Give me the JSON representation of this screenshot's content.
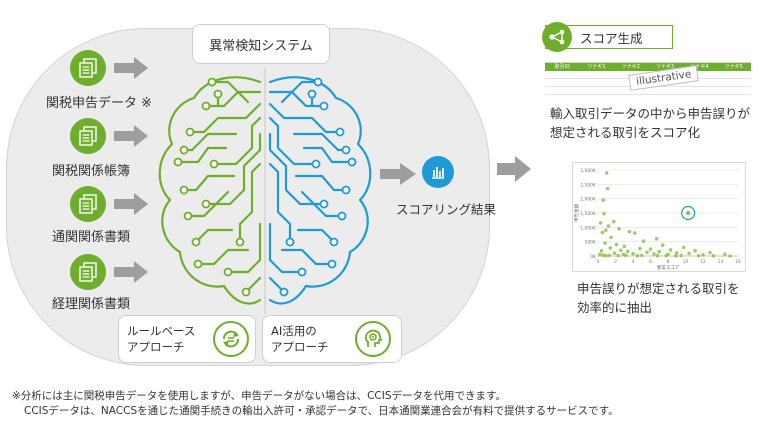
{
  "system_title": "異常検知システム",
  "inputs": [
    {
      "label": "関税申告データ ※",
      "icon": "document-stack-icon"
    },
    {
      "label": "関税関係帳簿",
      "icon": "document-stack-icon"
    },
    {
      "label": "通関関係書類",
      "icon": "document-stack-icon"
    },
    {
      "label": "経理関係書類",
      "icon": "document-stack-icon"
    }
  ],
  "approaches": {
    "rule_based": "ルールベース\nアプローチ",
    "ai": "AI活用の\nアプローチ"
  },
  "scoring_result": "スコアリング結果",
  "score_generation": {
    "title": "スコア生成",
    "table_headers": [
      "取引ID",
      "ツナギ1",
      "ツナギ2",
      "ツナギ3",
      "ツナギ4",
      "ツナギ5"
    ],
    "stamp": "illustrative",
    "description": "輸入取引データの中から申告誤りが想定される取引をスコア化"
  },
  "extraction": {
    "description": "申告誤りが想定される取引を効率的に抽出",
    "chart": {
      "y_ticks": [
        "3,000K",
        "2,500K",
        "2,000K",
        "1,500K",
        "1,000K",
        "500K",
        "0K"
      ],
      "x_ticks": [
        "0",
        "2",
        "4",
        "6",
        "8",
        "10",
        "12",
        "14",
        "16"
      ],
      "xlabel": "異常スコア",
      "ylabel": "申告金額"
    }
  },
  "chart_data": {
    "type": "scatter",
    "title": "",
    "xlabel": "異常スコア",
    "ylabel": "申告金額",
    "xlim": [
      0,
      16
    ],
    "ylim": [
      0,
      3000
    ],
    "x_ticks": [
      "0",
      "2",
      "4",
      "6",
      "8",
      "10",
      "12",
      "14",
      "16"
    ],
    "y_ticks": [
      "0K",
      "500K",
      "1,000K",
      "1,500K",
      "2,000K",
      "2,500K",
      "3,000K"
    ],
    "grid": true,
    "series": [
      {
        "points": [
          [
            1.0,
            2900
          ],
          [
            1.1,
            2350
          ],
          [
            0.6,
            1950
          ],
          [
            0.7,
            1480
          ],
          [
            1.8,
            1200
          ],
          [
            0.3,
            1150
          ],
          [
            1.2,
            1050
          ],
          [
            2.4,
            950
          ],
          [
            0.9,
            900
          ],
          [
            3.6,
            850
          ],
          [
            0.5,
            820
          ],
          [
            4.2,
            800
          ],
          [
            1.5,
            650
          ],
          [
            6.7,
            600
          ],
          [
            5.2,
            520
          ],
          [
            0.8,
            450
          ],
          [
            2.1,
            400
          ],
          [
            7.4,
            380
          ],
          [
            3.0,
            340
          ],
          [
            9.8,
            300
          ],
          [
            1.4,
            280
          ],
          [
            4.8,
            260
          ],
          [
            6.0,
            240
          ],
          [
            8.3,
            210
          ],
          [
            2.6,
            200
          ],
          [
            11.1,
            180
          ],
          [
            0.4,
            180
          ],
          [
            3.4,
            160
          ],
          [
            7.0,
            150
          ],
          [
            12.8,
            120
          ],
          [
            5.6,
            130
          ],
          [
            9.0,
            110
          ],
          [
            1.9,
            100
          ],
          [
            10.4,
            90
          ],
          [
            4.0,
            80
          ],
          [
            14.5,
            60
          ],
          [
            6.4,
            70
          ],
          [
            8.0,
            60
          ],
          [
            2.9,
            50
          ],
          [
            0.2,
            50
          ],
          [
            12.0,
            40
          ],
          [
            0.6,
            30
          ],
          [
            1.3,
            20
          ],
          [
            3.2,
            20
          ],
          [
            5.0,
            20
          ],
          [
            7.8,
            15
          ],
          [
            9.5,
            15
          ],
          [
            11.5,
            10
          ],
          [
            2.3,
            10
          ],
          [
            4.5,
            8
          ],
          [
            0.9,
            8
          ],
          [
            6.8,
            6
          ],
          [
            8.9,
            5
          ],
          [
            13.2,
            5
          ],
          [
            15.1,
            4
          ]
        ]
      }
    ],
    "highlight": {
      "x": 10.3,
      "y": 1500
    }
  },
  "colors": {
    "green": "#6fae2c",
    "blue": "#1f9ad6",
    "gray_arrow": "#9d9d9d",
    "panel": "#ececec"
  }
}
